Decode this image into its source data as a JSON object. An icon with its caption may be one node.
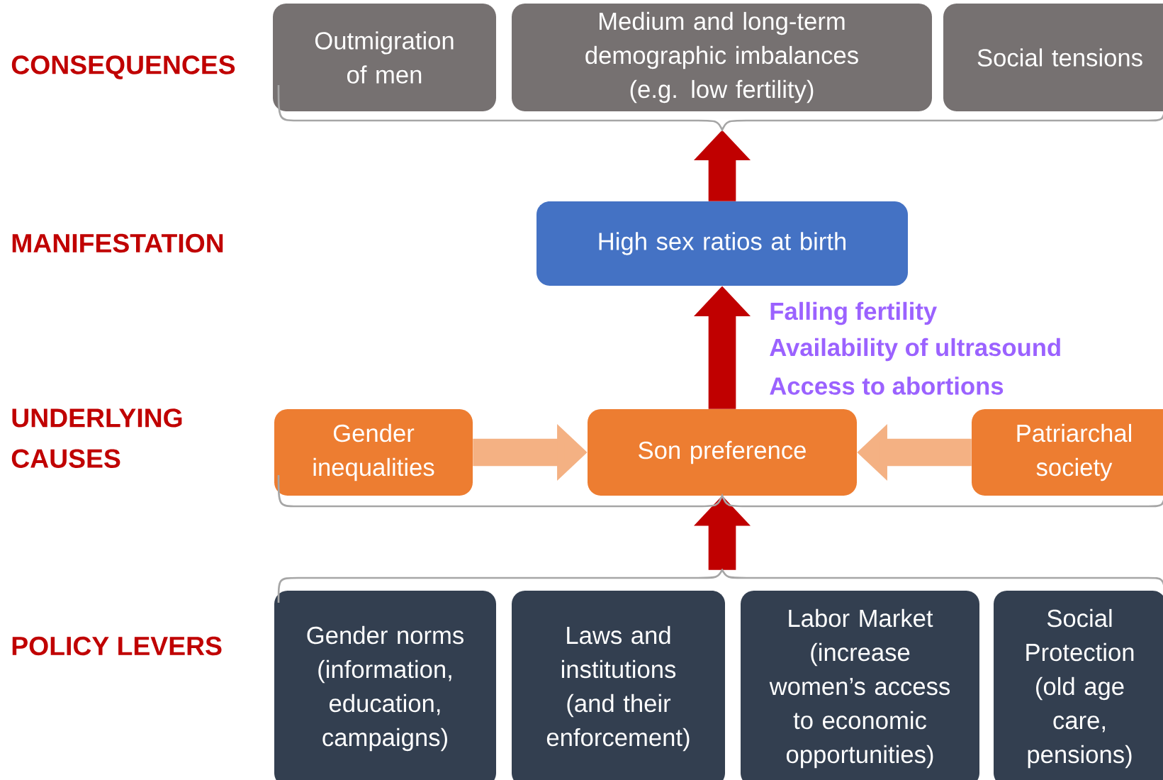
{
  "diagram": {
    "nodes": [
      {
        "text": [
          "Outmigration of men"
        ]
      },
      {
        "text": [
          "Medium and long-term demographic imbalances (e.g. low fertility)"
        ]
      },
      {
        "text": [
          "Social tensions"
        ]
      },
      {
        "text": [
          "High sex ratios at birth"
        ]
      },
      {
        "text": [
          "Gender inequalities"
        ]
      },
      {
        "text": [
          "Son preference"
        ]
      },
      {
        "text": [
          "Patriarchal society"
        ]
      },
      {
        "text": [
          "Gender norms (information, education, campaigns)"
        ]
      },
      {
        "text": [
          "Laws and institutions (and their enforcement)"
        ]
      },
      {
        "text": [
          "Labor Market (increase women’s access to economic opportunities)"
        ]
      },
      {
        "text": [
          "Social Protection (old age care, pensions)"
        ]
      },
      {
        "text": [],
        "shape": "bracket"
      },
      {
        "text": [],
        "shape": "bracket"
      },
      {
        "text": [],
        "shape": "bracket"
      }
    ],
    "edges": [
      {
        "from": 3,
        "to": 11,
        "arrow": "to",
        "color": "#c00000"
      },
      {
        "from": 5,
        "to": 3,
        "arrow": "to",
        "color": "#c00000"
      },
      {
        "from": 4,
        "to": 5,
        "arrow": "to",
        "color": "#f4b183"
      },
      {
        "from": 6,
        "to": 5,
        "arrow": "to",
        "color": "#f4b183"
      },
      {
        "from": 13,
        "to": 12,
        "arrow": "to",
        "color": "#c00000"
      }
    ],
    "labels": [
      "CONSEQUENCES",
      "MANIFESTATION",
      "Falling fertility",
      "Availability of ultrasound",
      "Access to abortions",
      "UNDERLYING CAUSES",
      "POLICY LEVERS"
    ]
  }
}
